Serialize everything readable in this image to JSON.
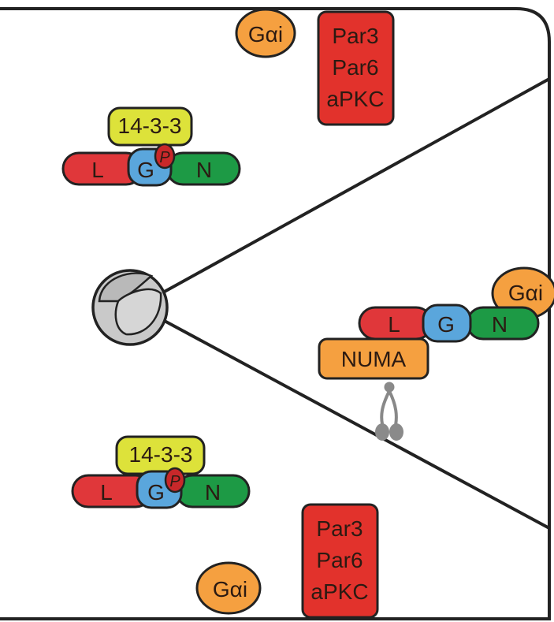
{
  "colors": {
    "outline": "#222222",
    "gai": "#f5a040",
    "par_box": "#e2322c",
    "l_domain": "#e0373a",
    "g_domain": "#5aa6dc",
    "n_domain": "#1d9a45",
    "phospho": "#c8282a",
    "protein_1433": "#dde23a",
    "numa": "#f5a040",
    "centrosome": "#c9c9c9",
    "motor": "#8a8a8a"
  },
  "labels": {
    "gai": "Gαi",
    "par3": "Par3",
    "par6": "Par6",
    "apkc": "aPKC",
    "p1433": "14-3-3",
    "l": "L",
    "g": "G",
    "n": "N",
    "phospho": "P",
    "numa": "NUMA"
  }
}
